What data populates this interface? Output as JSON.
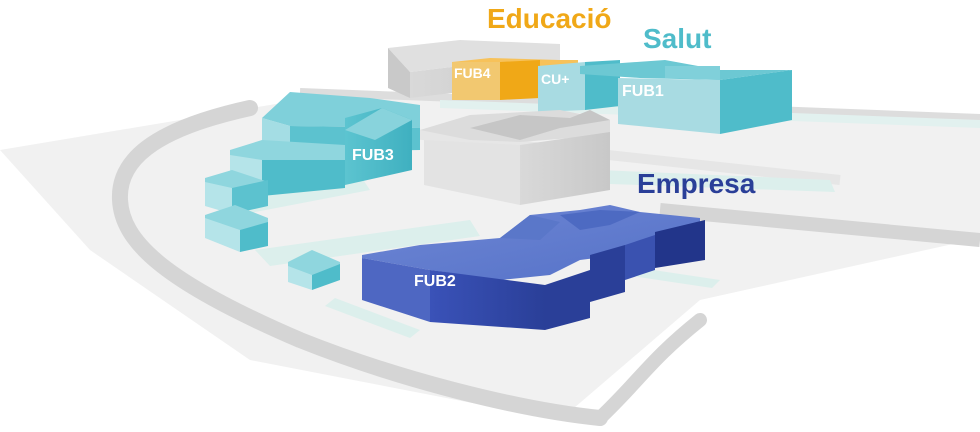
{
  "categories": {
    "educacio": "Educació",
    "salut": "Salut",
    "empresa": "Empresa"
  },
  "buildings": {
    "fub1": "FUB1",
    "fub2": "FUB2",
    "fub3": "FUB3",
    "fub4": "FUB4",
    "cu_plus": "CU+"
  },
  "colors": {
    "educacio": "#f0a817",
    "salut": "#4fbcca",
    "empresa": "#2a3f98",
    "ground": "#eeeeee",
    "road": "#d5d5d5",
    "green_strip": "#dcefec"
  }
}
